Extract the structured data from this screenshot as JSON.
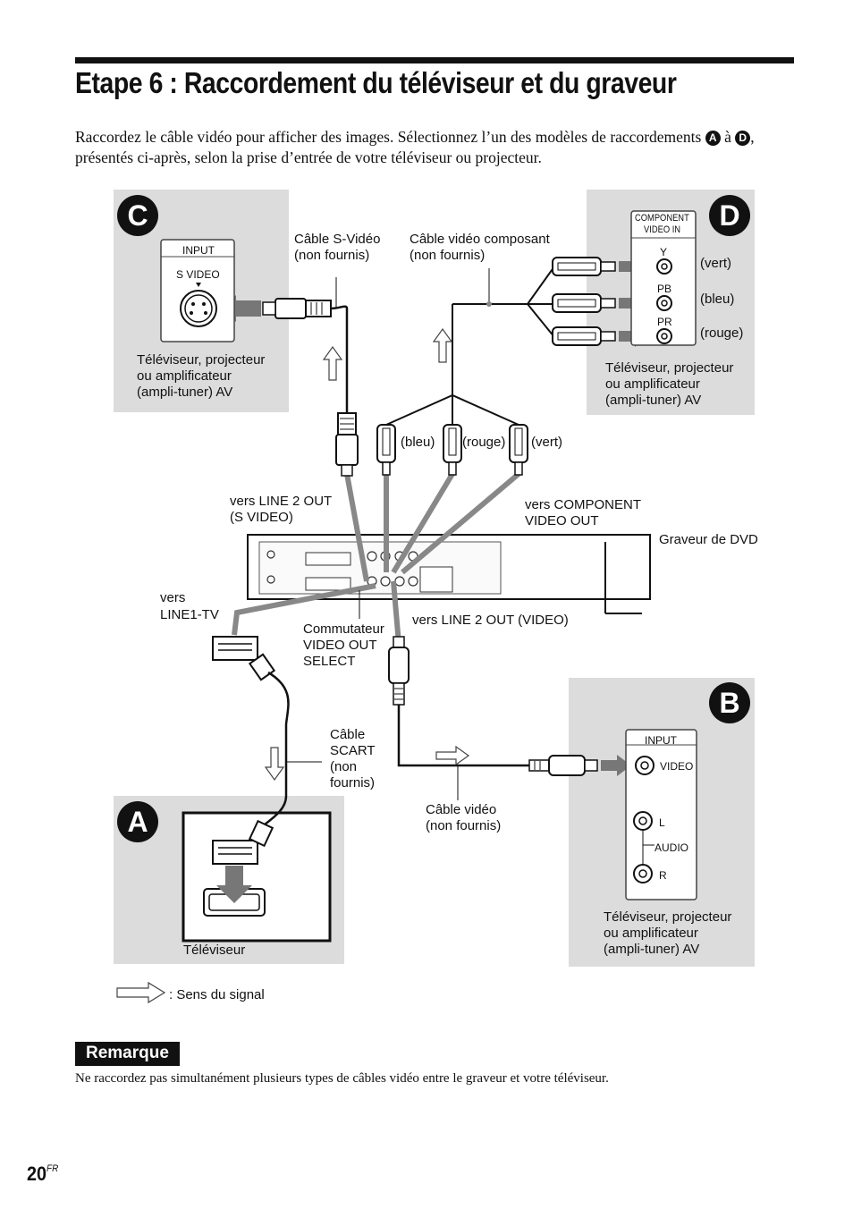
{
  "page": {
    "title": "Etape 6 : Raccordement du téléviseur et du graveur",
    "intro_1": "Raccordez le câble vidéo pour afficher des images. Sélectionnez l’un des modèles de raccordements",
    "intro_badge_start": "A",
    "intro_2": "à",
    "intro_badge_end": "D",
    "intro_3": ", présentés ci-après, selon la prise d’entrée de votre téléviseur ou projecteur.",
    "page_number": "20",
    "page_suffix": "FR"
  },
  "diagram": {
    "panel_c": {
      "badge": "C",
      "box_title": "INPUT",
      "jack_label": "S VIDEO",
      "desc_1": "Téléviseur, projecteur",
      "desc_2": "ou amplificateur",
      "desc_3": "(ampli-tuner) AV"
    },
    "panel_d": {
      "badge": "D",
      "box_title_1": "COMPONENT",
      "box_title_2": "VIDEO IN",
      "jack_y": "Y",
      "jack_pb": "PB",
      "jack_pr": "PR",
      "color_1": "(vert)",
      "color_2": "(bleu)",
      "color_3": "(rouge)",
      "desc_1": "Téléviseur, projecteur",
      "desc_2": "ou amplificateur",
      "desc_3": "(ampli-tuner) AV"
    },
    "panel_b": {
      "badge": "B",
      "box_title": "INPUT",
      "jack_video": "VIDEO",
      "jack_l": "L",
      "jack_audio": "AUDIO",
      "jack_r": "R",
      "desc_1": "Téléviseur, projecteur",
      "desc_2": "ou amplificateur",
      "desc_3": "(ampli-tuner) AV"
    },
    "panel_a": {
      "badge": "A",
      "desc": "Téléviseur"
    },
    "labels": {
      "svideo_cable_1": "Câble S-Vidéo",
      "svideo_cable_2": "(non fournis)",
      "component_cable_1": "Câble vidéo composant",
      "component_cable_2": "(non fournis)",
      "plug_bleu": "(bleu)",
      "plug_rouge": "(rouge)",
      "plug_vert": "(vert)",
      "line2_svideo_1": "vers LINE 2 OUT",
      "line2_svideo_2": "(S VIDEO)",
      "component_out_1": "vers COMPONENT",
      "component_out_2": "VIDEO OUT",
      "recorder": "Graveur de DVD",
      "line1_tv_1": "vers",
      "line1_tv_2": "LINE1-TV",
      "switch_1": "Commutateur",
      "switch_2": "VIDEO OUT",
      "switch_3": "SELECT",
      "line2_video": "vers LINE 2 OUT (VIDEO)",
      "scart_1": "Câble",
      "scart_2": "SCART",
      "scart_3": "(non",
      "scart_4": "fournis)",
      "video_cable_1": "Câble vidéo",
      "video_cable_2": "(non fournis)",
      "legend": ": Sens du signal"
    }
  },
  "note": {
    "heading": "Remarque",
    "text": "Ne raccordez pas simultanément plusieurs types de câbles vidéo entre le graveur et votre téléviseur."
  }
}
